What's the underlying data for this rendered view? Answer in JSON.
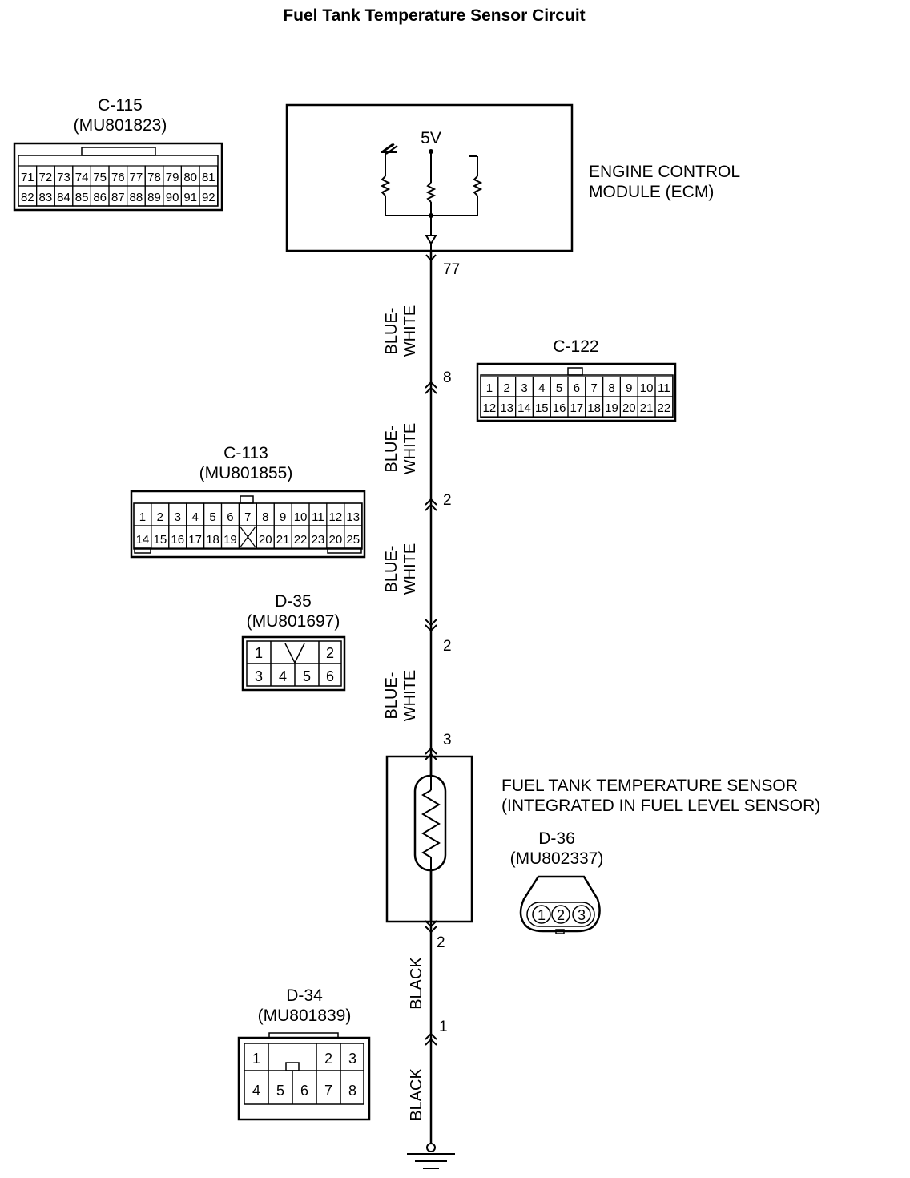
{
  "title": "Fuel Tank Temperature Sensor Circuit",
  "ecm": {
    "label_line1": "ENGINE CONTROL",
    "label_line2": "MODULE (ECM)",
    "voltage": "5V"
  },
  "sensor": {
    "label_line1": "FUEL TANK TEMPERATURE SENSOR",
    "label_line2": "(INTEGRATED IN FUEL LEVEL SENSOR)"
  },
  "pins": {
    "ecm": "77",
    "c122": "8",
    "c113_a": "2",
    "c113_b": "2",
    "sensor_top": "3",
    "sensor_bottom": "2",
    "d34": "1"
  },
  "wires": {
    "seg1": [
      "BLUE-",
      "WHITE"
    ],
    "seg2": [
      "BLUE-",
      "WHITE"
    ],
    "seg3": [
      "BLUE-",
      "WHITE"
    ],
    "seg4": [
      "BLUE-",
      "WHITE"
    ],
    "seg5": "BLACK",
    "seg6": "BLACK"
  },
  "connectors": {
    "c115": {
      "id": "C-115",
      "part": "(MU801823)",
      "row1": [
        "71",
        "72",
        "73",
        "74",
        "75",
        "76",
        "77",
        "78",
        "79",
        "80",
        "81"
      ],
      "row2": [
        "82",
        "83",
        "84",
        "85",
        "86",
        "87",
        "88",
        "89",
        "90",
        "91",
        "92"
      ]
    },
    "c122": {
      "id": "C-122",
      "row1": [
        "1",
        "2",
        "3",
        "4",
        "5",
        "6",
        "7",
        "8",
        "9",
        "10",
        "11"
      ],
      "row2": [
        "12",
        "13",
        "14",
        "15",
        "16",
        "17",
        "18",
        "19",
        "20",
        "21",
        "22"
      ]
    },
    "c113": {
      "id": "C-113",
      "part": "(MU801855)",
      "row1": [
        "1",
        "2",
        "3",
        "4",
        "5",
        "6",
        "7",
        "8",
        "9",
        "10",
        "11",
        "12",
        "13"
      ],
      "row2": [
        "14",
        "15",
        "16",
        "17",
        "18",
        "19",
        "",
        "20",
        "21",
        "22",
        "23",
        "20",
        "25"
      ]
    },
    "d35": {
      "id": "D-35",
      "part": "(MU801697)",
      "row1": [
        "1",
        "",
        "2"
      ],
      "row2": [
        "3",
        "4",
        "5",
        "6"
      ]
    },
    "d36": {
      "id": "D-36",
      "part": "(MU802337)",
      "pins": [
        "1",
        "2",
        "3"
      ]
    },
    "d34": {
      "id": "D-34",
      "part": "(MU801839)",
      "row1": [
        "1",
        "",
        "",
        "2",
        "3"
      ],
      "row2": [
        "4",
        "5",
        "6",
        "7",
        "8"
      ]
    }
  }
}
